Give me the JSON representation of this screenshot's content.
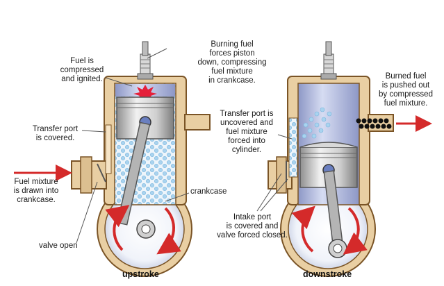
{
  "labels": {
    "fuel_compressed": "Fuel is\ncompressed\nand ignited.",
    "burning_fuel": "Burning fuel\nforces piston\ndown, compressing\nfuel mixture\nin crankcase.",
    "transfer_covered": "Transfer port\nis covered.",
    "transfer_uncovered": "Transfer port is\nuncovered and\nfuel mixture\nforced into\ncylinder.",
    "burned_fuel": "Burned fuel\nis pushed out\nby compressed\nfuel mixture.",
    "fuel_drawn": "Fuel mixture\nis drawn into\ncrankcase.",
    "crankcase": "crankcase",
    "intake_closed": "Intake port\nis covered and\nvalve forced closed.",
    "valve_open": "valve open"
  },
  "captions": {
    "left": "upstroke",
    "right": "downstroke"
  },
  "colors": {
    "casing_fill": "#e9cfa3",
    "casing_stroke": "#7a5426",
    "cylinder_gas": "#bcc6e6",
    "bubble": "#a8d3ef",
    "piston_light": "#e8e8e8",
    "piston_dark": "#9a9a9a",
    "arrow_red": "#d42a2a",
    "spark": "#e5203a",
    "exhaust_dot": "#111111"
  },
  "icons": {
    "spark_plug": "spark-plug-icon",
    "spark": "spark-burst-icon",
    "arrow": "red-arrow-icon",
    "rotation": "rotation-arrow-icon"
  }
}
